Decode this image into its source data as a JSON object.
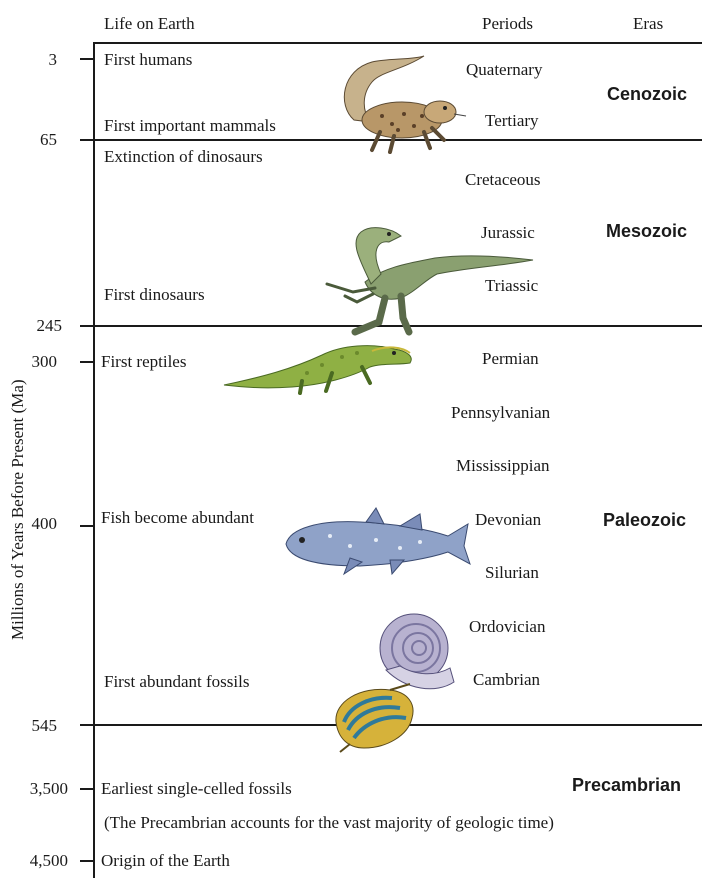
{
  "headers": {
    "life": "Life on Earth",
    "periods": "Periods",
    "eras": "Eras"
  },
  "y_axis_label": "Millions of Years Before Present (Ma)",
  "ma_ticks": [
    "3",
    "65",
    "245",
    "300",
    "400",
    "545",
    "3,500",
    "4,500"
  ],
  "events": [
    "First humans",
    "First important mammals",
    "Extinction of dinosaurs",
    "First dinosaurs",
    "First reptiles",
    "Fish become abundant",
    "First abundant fossils",
    "Earliest single-celled fossils",
    "(The Precambrian accounts for the vast majority of geologic time)",
    "Origin of the Earth"
  ],
  "periods": [
    "Quaternary",
    "Tertiary",
    "Cretaceous",
    "Jurassic",
    "Triassic",
    "Permian",
    "Pennsylvanian",
    "Mississippian",
    "Devonian",
    "Silurian",
    "Ordovician",
    "Cambrian"
  ],
  "eras": [
    "Cenozoic",
    "Mesozoic",
    "Paleozoic",
    "Precambrian"
  ],
  "illustrations": [
    "mammal-icon",
    "dinosaur-icon",
    "reptile-icon",
    "fish-icon",
    "ammonite-icon",
    "trilobite-icon"
  ]
}
